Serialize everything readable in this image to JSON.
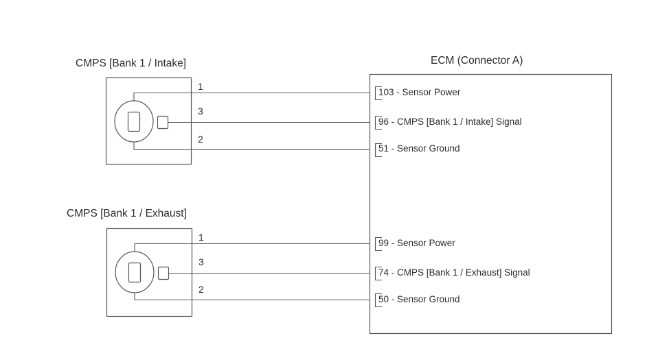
{
  "diagram": {
    "type": "automotive-wiring-diagram",
    "background_color": "#ffffff",
    "line_color": "#555555",
    "text_color": "#2b2b2b"
  },
  "ecm": {
    "title": "ECM (Connector A)",
    "pins": [
      {
        "number": "103",
        "separator": "-",
        "description": "Sensor Power"
      },
      {
        "number": "96",
        "separator": "-",
        "description": "CMPS [Bank 1 / Intake] Signal"
      },
      {
        "number": "51",
        "separator": "-",
        "description": "Sensor Ground"
      },
      {
        "number": "99",
        "separator": "-",
        "description": "Sensor Power"
      },
      {
        "number": "74",
        "separator": "-",
        "description": "CMPS [Bank 1 / Exhaust] Signal"
      },
      {
        "number": "50",
        "separator": "-",
        "description": "Sensor Ground"
      }
    ],
    "pin_labels": [
      "103 - Sensor Power",
      "96 - CMPS [Bank 1 / Intake] Signal",
      "51 - Sensor Ground",
      "99 - Sensor Power",
      "74 - CMPS [Bank 1 / Exhaust] Signal",
      "50 - Sensor Ground"
    ]
  },
  "sensors": [
    {
      "id": "cmps-bank1-intake",
      "title": "CMPS [Bank 1 / Intake]",
      "terminals": [
        {
          "pin": "1",
          "function": "Sensor Power",
          "ecm_pin": "103"
        },
        {
          "pin": "3",
          "function": "Signal",
          "ecm_pin": "96"
        },
        {
          "pin": "2",
          "function": "Sensor Ground",
          "ecm_pin": "51"
        }
      ]
    },
    {
      "id": "cmps-bank1-exhaust",
      "title": "CMPS [Bank 1 / Exhaust]",
      "terminals": [
        {
          "pin": "1",
          "function": "Sensor Power",
          "ecm_pin": "99"
        },
        {
          "pin": "3",
          "function": "Signal",
          "ecm_pin": "74"
        },
        {
          "pin": "2",
          "function": "Sensor Ground",
          "ecm_pin": "50"
        }
      ]
    }
  ]
}
